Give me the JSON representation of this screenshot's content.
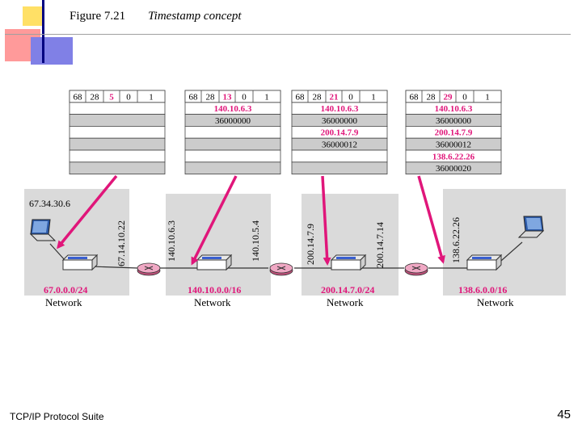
{
  "header": {
    "figure_label": "Figure 7.21",
    "caption": "Timestamp concept"
  },
  "footer": {
    "suite": "TCP/IP Protocol Suite",
    "page_number": "45"
  },
  "colors": {
    "accent": "#e0167a",
    "pointer": "#e0167a",
    "gray_row": "#cccccc",
    "network_bg": "#dadada"
  },
  "packets": [
    {
      "header": [
        "68",
        "28",
        "5",
        "0",
        "1"
      ],
      "entries": []
    },
    {
      "header": [
        "68",
        "28",
        "13",
        "0",
        "1"
      ],
      "entries": [
        "140.10.6.3",
        "36000000"
      ]
    },
    {
      "header": [
        "68",
        "28",
        "21",
        "0",
        "1"
      ],
      "entries": [
        "140.10.6.3",
        "36000000",
        "200.14.7.9",
        "36000012"
      ]
    },
    {
      "header": [
        "68",
        "28",
        "29",
        "0",
        "1"
      ],
      "entries": [
        "140.10.6.3",
        "36000000",
        "200.14.7.9",
        "36000012",
        "138.6.22.26",
        "36000020"
      ]
    }
  ],
  "host_left_ip": "67.34.30.6",
  "router_ips": [
    "67.14.10.22",
    "140.10.6.3",
    "140.10.5.4",
    "200.14.7.9",
    "200.14.7.14",
    "138.6.22.26"
  ],
  "networks": [
    {
      "address": "67.0.0.0/24",
      "label": "Network"
    },
    {
      "address": "140.10.0.0/16",
      "label": "Network"
    },
    {
      "address": "200.14.7.0/24",
      "label": "Network"
    },
    {
      "address": "138.6.0.0/16",
      "label": "Network"
    }
  ]
}
